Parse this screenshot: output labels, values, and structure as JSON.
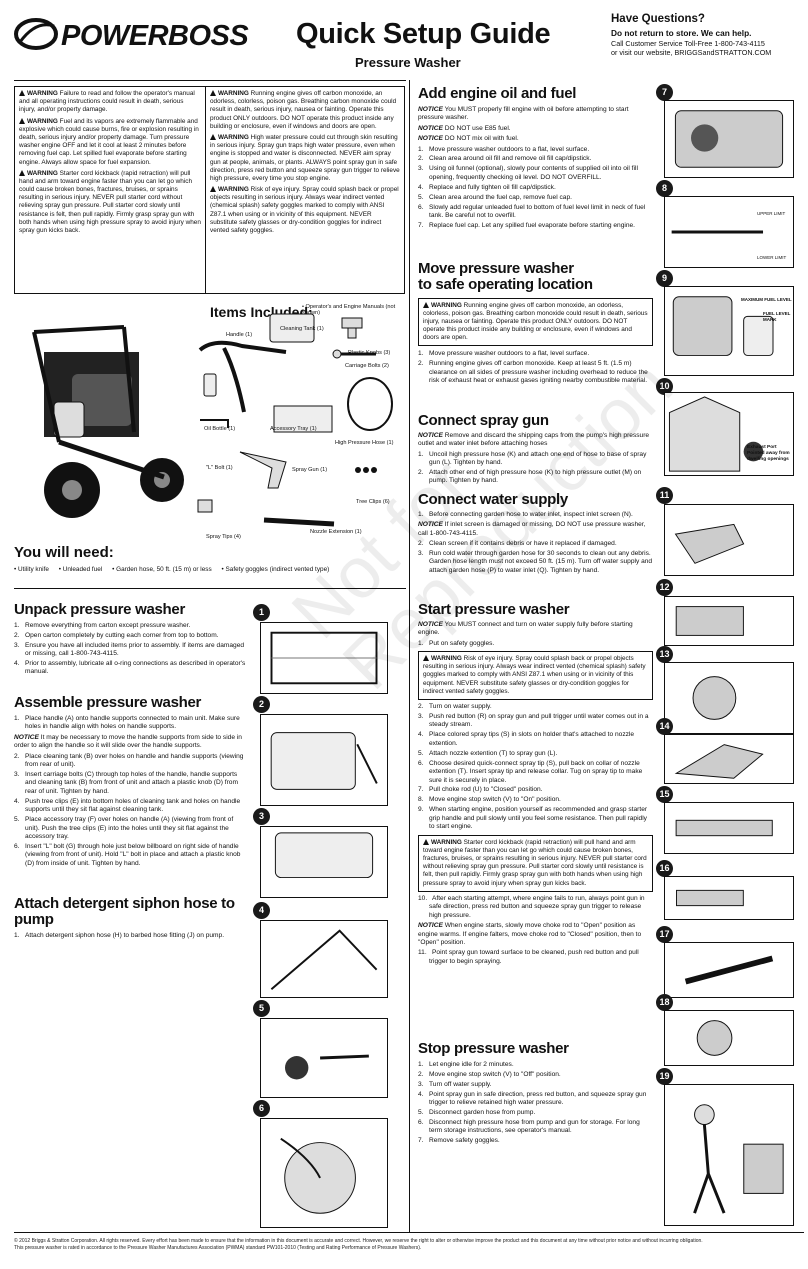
{
  "header": {
    "brand": "POWERBOSS",
    "title": "Quick Setup Guide",
    "subtitle": "Pressure Washer",
    "questions_head": "Have Questions?",
    "questions_sub": "Do not return to store. We can help.",
    "questions_line1": "Call Customer Service Toll-Free 1-800-743-4115",
    "questions_line2": "or visit our website, BRIGGSandSTRATTON.COM"
  },
  "warnings_left": [
    {
      "tag": "WARNING",
      "text": "Failure to read and follow the operator's manual and all operating instructions could result in death, serious injury, and/or property damage."
    },
    {
      "tag": "WARNING",
      "text": "Fuel and its vapors are extremely flammable and explosive which could cause burns, fire or explosion resulting in death, serious injury and/or property damage. Turn pressure washer engine OFF and let it cool at least 2 minutes before removing fuel cap. Let spilled fuel evaporate before starting engine. Always allow space for fuel expansion."
    },
    {
      "tag": "WARNING",
      "text": "Starter cord kickback (rapid retraction) will pull hand and arm toward engine faster than you can let go which could cause broken bones, fractures, bruises, or sprains resulting in serious injury. NEVER pull starter cord without relieving spray gun pressure. Pull starter cord slowly until resistance is felt, then pull rapidly. Firmly grasp spray gun with both hands when using high pressure spray to avoid injury when spray gun kicks back."
    }
  ],
  "warnings_right": [
    {
      "tag": "WARNING",
      "text": "Running engine gives off carbon monoxide, an odorless, colorless, poison gas. Breathing carbon monoxide could result in death, serious injury, nausea or fainting. Operate this product ONLY outdoors. DO NOT operate this product inside any building or enclosure, even if windows and doors are open."
    },
    {
      "tag": "WARNING",
      "text": "High water pressure could cut through skin resulting in serious injury. Spray gun traps high water pressure, even when engine is stopped and water is disconnected. NEVER aim spray gun at people, animals, or plants. ALWAYS point spray gun in safe direction, press red button and squeeze spray gun trigger to relieve high pressure, every time you stop engine."
    },
    {
      "tag": "WARNING",
      "text": "Risk of eye injury. Spray could splash back or propel objects resulting in serious injury. Always wear indirect vented (chemical splash) safety goggles marked to comply with ANSI Z87.1 when using or in vicinity of this equipment. NEVER substitute safety glasses or dry-condition goggles for indirect vented safety goggles."
    }
  ],
  "items_included": {
    "title": "Items Included:",
    "note": "• Operator's and Engine Manuals (not shown)",
    "labels": [
      "Handle (1)",
      "Cleaning Tank (1)",
      "Plastic Knobs (3)",
      "Carriage Bolts (2)",
      "Oil Bottle (1)",
      "Accessory Tray (1)",
      "\"L\" Bolt (1)",
      "High Pressure Hose (1)",
      "Spray Gun (1)",
      "Tree Clips (6)",
      "Spray Tips (4)",
      "Nozzle Extension (1)"
    ]
  },
  "you_will_need": {
    "title": "You will need:",
    "items": [
      "Utility knife",
      "Unleaded fuel",
      "Garden hose, 50 ft. (15 m) or less",
      "Safety goggles (indirect vented type)"
    ]
  },
  "unpack": {
    "title": "Unpack pressure washer",
    "steps": [
      "Remove everything from carton except pressure washer.",
      "Open carton completely by cutting each corner from top to bottom.",
      "Ensure you have all included items prior to assembly. If items are damaged or missing, call 1-800-743-4115.",
      "Prior to assembly, lubricate all o-ring connections as described in operator's manual."
    ]
  },
  "assemble": {
    "title": "Assemble pressure washer",
    "step1": "Place handle (A) onto handle supports connected to main unit. Make sure holes in handle align with holes on handle supports.",
    "notice": "It may be necessary to move the handle supports from side to side in order to align the handle so it will slide over the handle supports.",
    "steps": [
      "Place cleaning tank (B) over holes on handle and handle supports (viewing from rear of unit).",
      "Insert carriage bolts (C) through top holes of the handle, handle supports and cleaning tank (B) from front of unit and attach a plastic knob (D) from rear of unit. Tighten by hand.",
      "Push tree clips (E) into bottom holes of cleaning tank and holes on handle supports until they sit flat against cleaning tank.",
      "Place accessory tray (F) over holes on handle (A) (viewing from front of unit). Push the tree clips (E) into the holes until they sit flat against the accessory tray.",
      "Insert \"L\" bolt (G) through hole just below billboard on right side of handle (viewing from front of unit). Hold \"L\" bolt in place and attach a plastic knob (D) from inside of unit. Tighten by hand."
    ]
  },
  "siphon": {
    "title": "Attach detergent siphon hose to pump",
    "steps": [
      "Attach detergent siphon hose (H) to barbed hose fitting (J) on pump."
    ]
  },
  "oil": {
    "title": "Add engine oil and fuel",
    "notices": [
      "You MUST properly fill engine with oil before attempting to start pressure washer.",
      "DO NOT use E85 fuel.",
      "DO NOT mix oil with fuel."
    ],
    "steps": [
      "Move pressure washer outdoors to a flat, level surface.",
      "Clean area around oil fill and remove oil fill cap/dipstick.",
      "Using oil funnel (optional), slowly pour contents of supplied oil into oil fill opening, frequently checking oil level. DO NOT OVERFILL.",
      "Replace and fully tighten oil fill cap/dipstick.",
      "Clean area around the fuel cap, remove fuel cap.",
      "Slowly add regular unleaded fuel to bottom of fuel level limit in neck of fuel tank. Be careful not to overfill.",
      "Replace fuel cap. Let any spilled fuel evaporate before starting engine."
    ]
  },
  "location": {
    "title1": "Move pressure washer",
    "title2": "to safe operating location",
    "warning": "Running engine gives off carbon monoxide, an odorless, colorless, poison gas. Breathing carbon monoxide could result in death, serious injury, nausea or fainting. Operate this product ONLY outdoors. DO NOT operate this product inside any building or enclosure, even if windows and doors are open.",
    "steps": [
      "Move pressure washer outdoors to a flat, level surface.",
      "Running engine gives off carbon monoxide. Keep at least 5 ft. (1.5 m) clearance on all sides of pressure washer including overhead to reduce the risk of exhaust heat or exhaust gases igniting nearby combustible material."
    ]
  },
  "spray_gun": {
    "title": "Connect spray gun",
    "notice": "Remove and discard the shipping caps from the pump's high pressure outlet and water inlet before attaching hoses",
    "steps": [
      "Uncoil high pressure hose (K) and attach one end of hose to base of spray gun (L). Tighten by hand.",
      "Attach other end of high pressure hose (K) to high pressure outlet (M) on pump. Tighten by hand."
    ]
  },
  "water": {
    "title": "Connect water supply",
    "step1": "Before connecting garden hose to water inlet, inspect inlet screen (N).",
    "notice": "If inlet screen is damaged or missing, DO NOT use pressure washer, call 1-800-743-4115.",
    "steps": [
      "Clean screen if it contains debris or have it replaced if damaged.",
      "Run cold water through garden hose for 30 seconds to clean out any debris. Garden hose length must not exceed 50 ft. (15 m). Turn off water supply and attach garden hose (P) to water inlet (Q). Tighten by hand."
    ]
  },
  "start": {
    "title": "Start pressure washer",
    "notice": "You MUST connect and turn on water supply fully before starting engine.",
    "step1": "Put on safety goggles.",
    "warning1": "Risk of eye injury. Spray could splash back or propel objects resulting in serious injury. Always wear indirect vented (chemical splash) safety goggles marked to comply with ANSI Z87.1 when using or in vicinity of this equipment. NEVER substitute safety glasses or dry-condition goggles for indirect vented safety goggles.",
    "steps": [
      "Turn on water supply.",
      "Push red button (R) on spray gun and pull trigger until water comes out in a steady stream.",
      "Place colored spray tips (S) in slots on holder that's attached to nozzle extention.",
      "Attach nozzle extention (T) to spray gun (L).",
      "Choose desired quick-connect spray tip (S), pull back on collar of nozzle extention (T). Insert spray tip and release collar. Tug on spray tip to make sure it is securely in place.",
      "Pull choke rod (U) to \"Closed\" position.",
      "Move engine stop switch (V) to \"On\" position.",
      "When starting engine, position yourself as recommended and grasp starter grip handle and pull slowly until you feel some resistance. Then pull rapidly to start engine."
    ],
    "warning2": "Starter cord kickback (rapid retraction) will pull hand and arm toward engine faster than you can let go which could cause broken bones, fractures, bruises, or sprains resulting in serious injury. NEVER pull starter cord without relieving spray gun pressure. Pull starter cord slowly until resistance is felt, then pull rapidly. Firmly grasp spray gun with both hands when using high pressure spray to avoid injury when spray gun kicks back.",
    "step10": "After each starting attempt, where engine fails to run, always point gun in safe direction, press red button and squeeze spray gun trigger to release high pressure.",
    "notice2": "When engine starts, slowly move choke rod to \"Open\" position as engine warms. If engine falters, move choke rod to \"Closed\" position, then to \"Open\" position.",
    "step11": "Point spray gun toward surface to be cleaned, push red button and pull trigger to begin spraying."
  },
  "stop": {
    "title": "Stop pressure washer",
    "steps": [
      "Let engine idle for 2 minutes.",
      "Move engine stop switch (V) to \"Off\" position.",
      "Turn off water supply.",
      "Point spray gun in safe direction, press red button, and squeeze spray gun trigger to relieve retained high water pressure.",
      "Disconnect garden hose from pump.",
      "Disconnect high pressure hose from pump and gun for storage. For long term storage instructions, see operator's manual.",
      "Remove safety goggles."
    ]
  },
  "figures": {
    "exhaust_note": "Exhaust Port Pointed away from dwelling openings",
    "oil_upper": "UPPER LIMIT",
    "oil_lower": "LOWER LIMIT",
    "fuel_max": "MAXIMUM FUEL LEVEL",
    "fuel_mark": "FUEL LEVEL MARK"
  },
  "watermark": "Not for\nReproduction",
  "footer": {
    "line1": "© 2012 Briggs & Stratton Corporation. All rights reserved. Every effort has been made to ensure that the information in this document is accurate and correct. However, we reserve the right to alter or otherwise improve the product and this document at any time without prior notice and without incurring obligation.",
    "line2": "This pressure washer is rated in accordance to the Pressure Washer Manufactures Association (PWMA) standard PW101-2010 (Testing and Rating Performance of Pressure Washers)."
  }
}
